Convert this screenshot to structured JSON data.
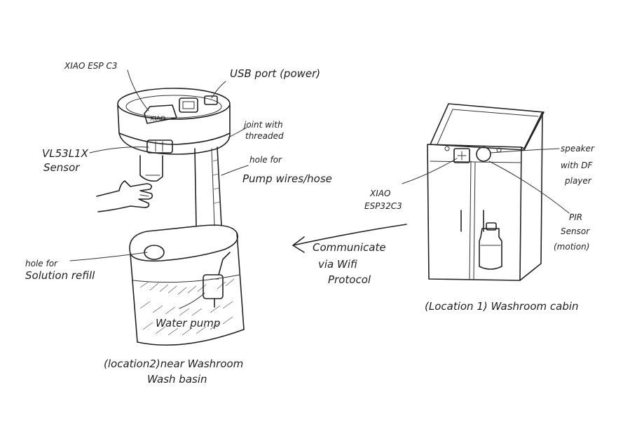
{
  "labels": {
    "xiao_esp_c3_top": "XIAO ESP C3",
    "xiao_chip": "XIAO",
    "usb_port": "USB port (power)",
    "joint_line1": "joint with",
    "joint_line2": "threaded",
    "sensor_line1": "VL53L1X",
    "sensor_line2": "Sensor",
    "hole_pump_line1": "hole for",
    "hole_pump_line2": "Pump wires/hose",
    "hole_refill_line1": "hole for",
    "hole_refill_line2": "Solution refill",
    "water_pump": "Water pump",
    "location2_line1": "(location2)near Washroom",
    "location2_line2": "Wash basin",
    "communicate_line1": "Communicate",
    "communicate_line2": "via Wifi",
    "communicate_line3": "Protocol",
    "xiao_esp32c3_line1": "XIAO",
    "xiao_esp32c3_line2": "ESP32C3",
    "speaker_line1": "speaker",
    "speaker_line2": "with DF",
    "speaker_line3": "player",
    "pir_line1": "PIR",
    "pir_line2": "Sensor",
    "pir_line3": "(motion)",
    "location1": "(Location 1) Washroom cabin"
  }
}
